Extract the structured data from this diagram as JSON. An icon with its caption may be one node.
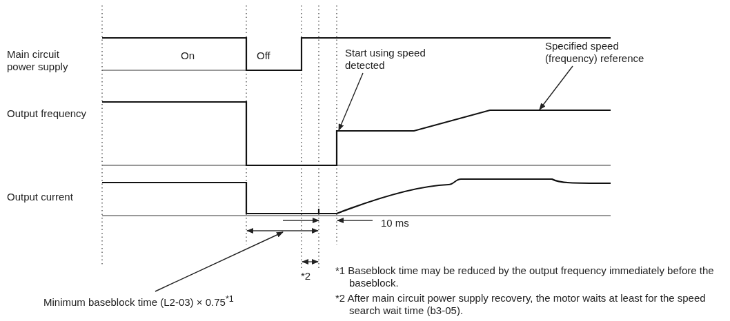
{
  "diagram": {
    "nodes": [
      {
        "text": [
          "Start using speed detected"
        ]
      },
      {
        "text": [
          "Specified speed (frequency) reference"
        ]
      },
      {
        "text": [
          "Minimum baseblock time (L2-03) × 0.75$^{*1}$"
        ]
      },
      {
        "text": [],
        "shape": "line"
      },
      {
        "text": [],
        "shape": "line"
      }
    ],
    "edges": [
      {
        "from": 0,
        "to": 3,
        "arrow": "to"
      },
      {
        "from": 1,
        "to": 3,
        "arrow": "to"
      },
      {
        "from": 2,
        "to": 4,
        "arrow": "to"
      }
    ],
    "labels": [
      "Main circuit power supply",
      "On",
      "Off",
      "Output frequency",
      "Output current",
      "10 ms",
      "*2",
      "*1 Baseblock time may be reduced by the output frequency immediately before the baseblock.",
      "*2 After main circuit power supply recovery, the motor waits at least for the speed search wait time (b3-05)."
    ]
  }
}
